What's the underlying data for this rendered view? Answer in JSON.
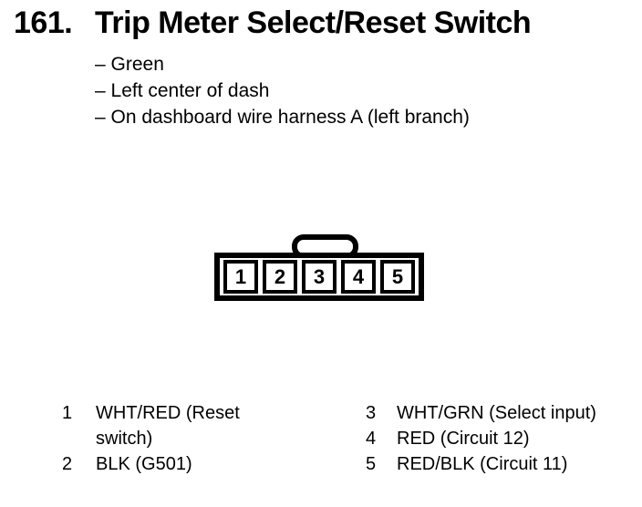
{
  "section": {
    "number": "161.",
    "title": "Trip Meter Select/Reset Switch"
  },
  "details": [
    "– Green",
    "– Left center of dash",
    "– On dashboard wire harness A (left branch)"
  ],
  "connector": {
    "pins": [
      "1",
      "2",
      "3",
      "4",
      "5"
    ]
  },
  "pin_descriptions": {
    "left": [
      {
        "num": "1",
        "desc": "WHT/RED (Reset switch)"
      },
      {
        "num": "2",
        "desc": "BLK (G501)"
      }
    ],
    "right": [
      {
        "num": "3",
        "desc": "WHT/GRN (Select input)"
      },
      {
        "num": "4",
        "desc": "RED (Circuit 12)"
      },
      {
        "num": "5",
        "desc": "RED/BLK (Circuit 11)"
      }
    ]
  },
  "colors": {
    "ink": "#000000",
    "paper": "#ffffff"
  }
}
